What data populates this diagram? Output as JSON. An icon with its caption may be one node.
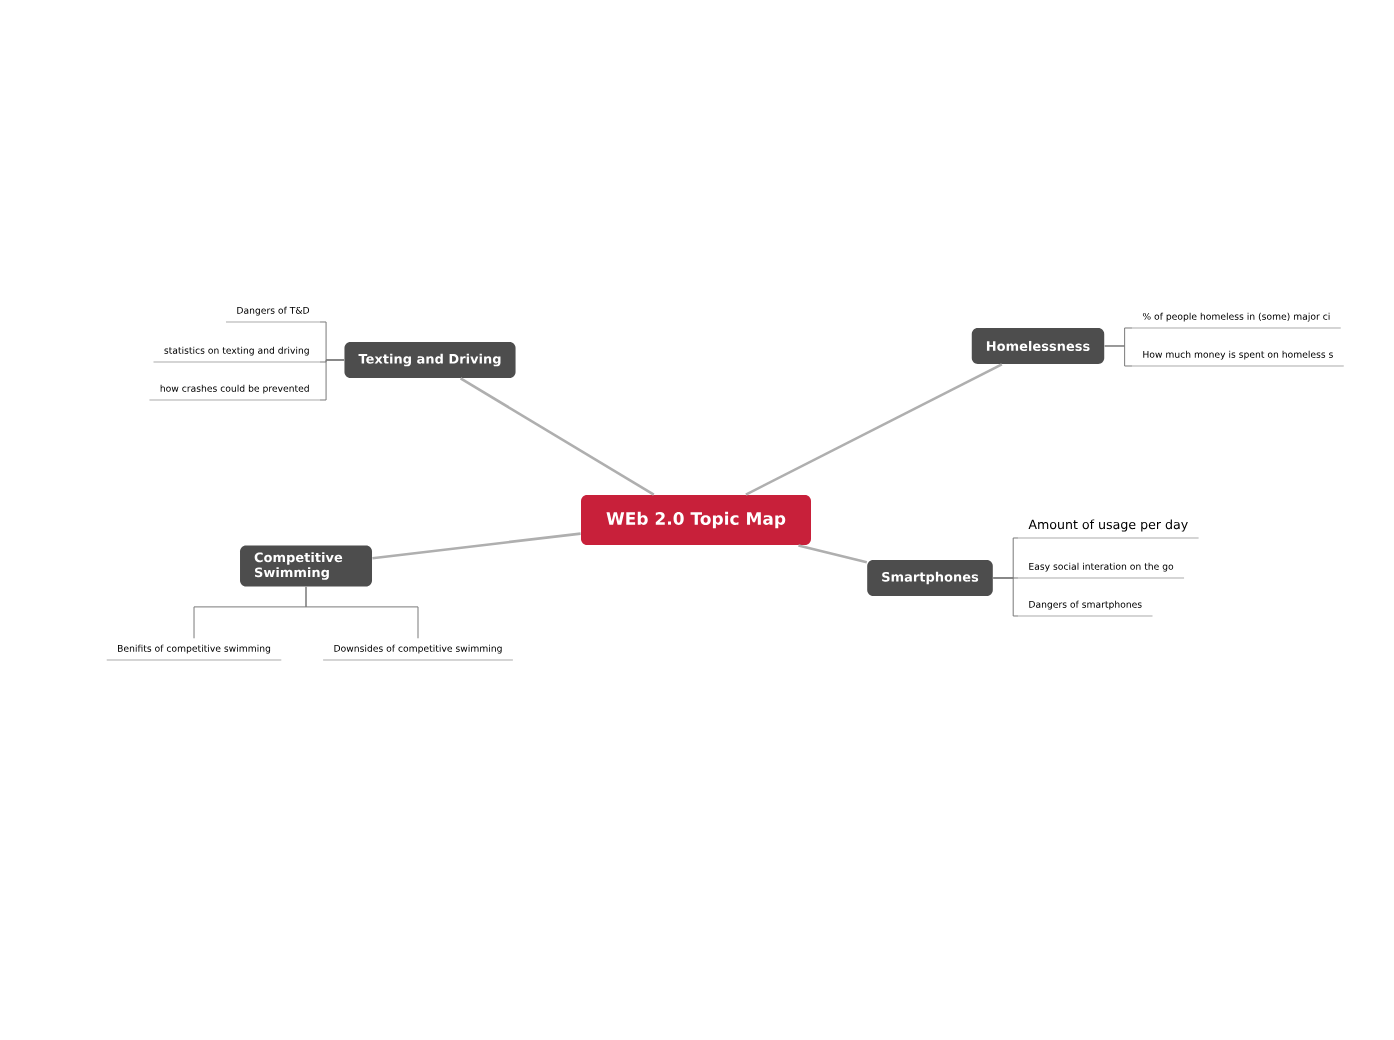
{
  "diagram": {
    "nodes": [
      {
        "text": [
          "WEb 2.0 Topic Map"
        ]
      },
      {
        "text": [
          "Texting and Driving"
        ]
      },
      {
        "text": [
          "Dangers of T&D"
        ]
      },
      {
        "text": [
          "statistics on texting and driving"
        ]
      },
      {
        "text": [
          "how crashes could be prevented"
        ]
      },
      {
        "text": [
          "Homelessness"
        ]
      },
      {
        "text": [
          "% of people homeless in (some) major ci"
        ]
      },
      {
        "text": [
          "How much money is spent on homeless s"
        ]
      },
      {
        "text": [
          "Smartphones"
        ]
      },
      {
        "text": [
          "Amount of usage per day"
        ]
      },
      {
        "text": [
          "Easy social interation on the go"
        ]
      },
      {
        "text": [
          "Dangers of smartphones"
        ]
      },
      {
        "text": [
          "Competitive Swimming"
        ]
      },
      {
        "text": [
          "Benifits of competitive swimming"
        ]
      },
      {
        "text": [
          "Downsides of competitive swimming"
        ]
      }
    ],
    "edges": [
      {
        "from": 0,
        "to": 1,
        "arrow": "none"
      },
      {
        "from": 1,
        "to": 2,
        "arrow": "none"
      },
      {
        "from": 1,
        "to": 3,
        "arrow": "none"
      },
      {
        "from": 1,
        "to": 4,
        "arrow": "none"
      },
      {
        "from": 0,
        "to": 5,
        "arrow": "none"
      },
      {
        "from": 5,
        "to": 6,
        "arrow": "none"
      },
      {
        "from": 5,
        "to": 7,
        "arrow": "none"
      },
      {
        "from": 0,
        "to": 8,
        "arrow": "none"
      },
      {
        "from": 8,
        "to": 9,
        "arrow": "none"
      },
      {
        "from": 8,
        "to": 10,
        "arrow": "none"
      },
      {
        "from": 8,
        "to": 11,
        "arrow": "none"
      },
      {
        "from": 0,
        "to": 12,
        "arrow": "none"
      },
      {
        "from": 12,
        "to": 13,
        "arrow": "none"
      },
      {
        "from": 12,
        "to": 14,
        "arrow": "none"
      }
    ]
  }
}
